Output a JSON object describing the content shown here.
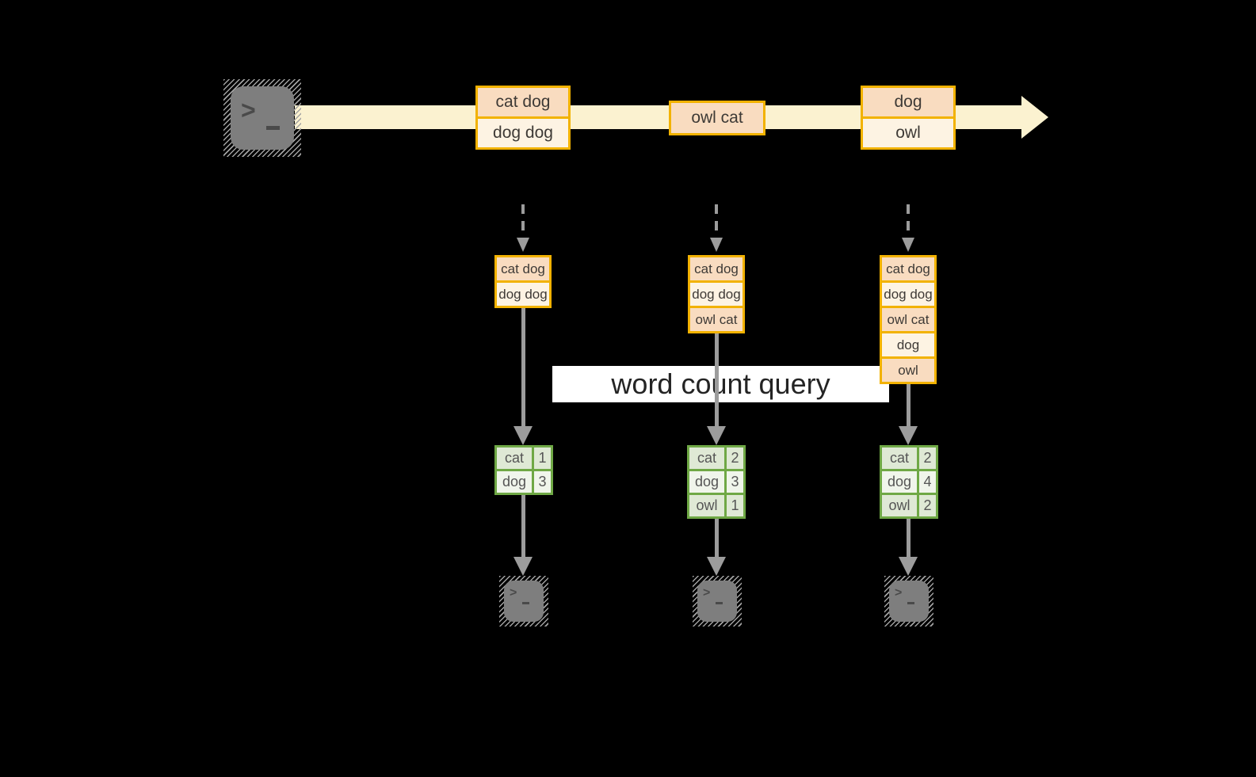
{
  "colors": {
    "band": "#FBF2D0",
    "box_border": "#F2B200",
    "box_fill_dark": "#F9DCC0",
    "box_fill_light": "#FDF3E3",
    "table_border": "#6FA845",
    "table_fill_dark": "#DFE9D5",
    "table_fill_light": "#F0F5EB",
    "arrow": "#9C9C9C",
    "terminal": "#7E7E7E",
    "banner_bg": "#FFFFFF",
    "background": "#000000"
  },
  "banner": {
    "label": "word count query"
  },
  "stream": {
    "source_icon": "terminal-icon",
    "boxes": [
      {
        "rows": [
          "cat dog",
          "dog dog"
        ]
      },
      {
        "rows": [
          "owl cat"
        ]
      },
      {
        "rows": [
          "dog",
          "owl"
        ]
      }
    ]
  },
  "columns": [
    {
      "buffer": [
        "cat dog",
        "dog dog"
      ],
      "counts": [
        {
          "word": "cat",
          "count": "1"
        },
        {
          "word": "dog",
          "count": "3"
        }
      ]
    },
    {
      "buffer": [
        "cat dog",
        "dog dog",
        "owl cat"
      ],
      "counts": [
        {
          "word": "cat",
          "count": "2"
        },
        {
          "word": "dog",
          "count": "3"
        },
        {
          "word": "owl",
          "count": "1"
        }
      ]
    },
    {
      "buffer": [
        "cat dog",
        "dog dog",
        "owl cat",
        "dog",
        "owl"
      ],
      "counts": [
        {
          "word": "cat",
          "count": "2"
        },
        {
          "word": "dog",
          "count": "4"
        },
        {
          "word": "owl",
          "count": "2"
        }
      ]
    }
  ]
}
